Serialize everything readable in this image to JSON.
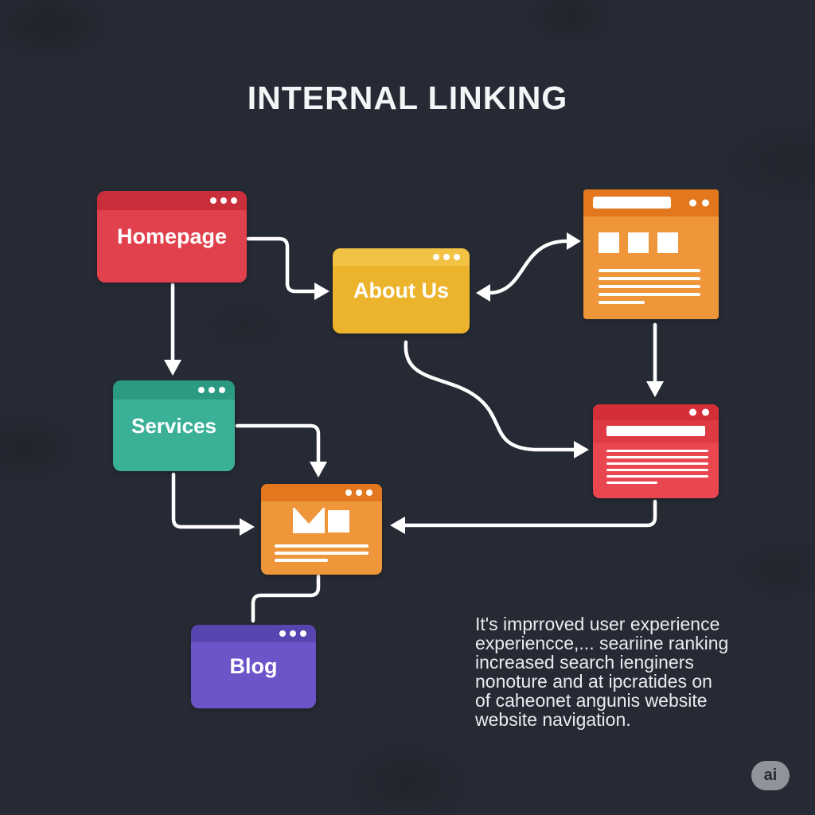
{
  "title": "INTERNAL LINKING",
  "nodes": {
    "homepage": {
      "label": "Homepage",
      "color": "#e0414c",
      "bar_color": "#c92f3a"
    },
    "about_us": {
      "label": "About Us",
      "color": "#ecb42c",
      "bar_color": "#f2c244"
    },
    "services": {
      "label": "Services",
      "color": "#3ab197",
      "bar_color": "#2b9a83"
    },
    "blog": {
      "label": "Blog",
      "color": "#6c55c9",
      "bar_color": "#5945b0"
    },
    "page_orange": {
      "color": "#f0963a",
      "bar_color": "#e2771e"
    },
    "page_red": {
      "color": "#e9464f",
      "bar_color": "#d42f39",
      "strip_color": "#de3a44"
    },
    "page_mail": {
      "color": "#f0963a",
      "bar_color": "#e2771e"
    }
  },
  "caption": {
    "lines": [
      "It's imprroved user experience",
      "experiencce,... seariine ranking",
      "increased search ienginers",
      "nonoture and at ipcratides on",
      "of caheonet angunis website",
      "website navigation."
    ]
  },
  "badge": {
    "label": "ai"
  },
  "colors": {
    "background": "#262a34",
    "arrow": "#ffffff",
    "text": "#e9ebee",
    "title": "#f4f5f7",
    "badge_bg": "#90949a",
    "badge_text": "#272b35"
  }
}
